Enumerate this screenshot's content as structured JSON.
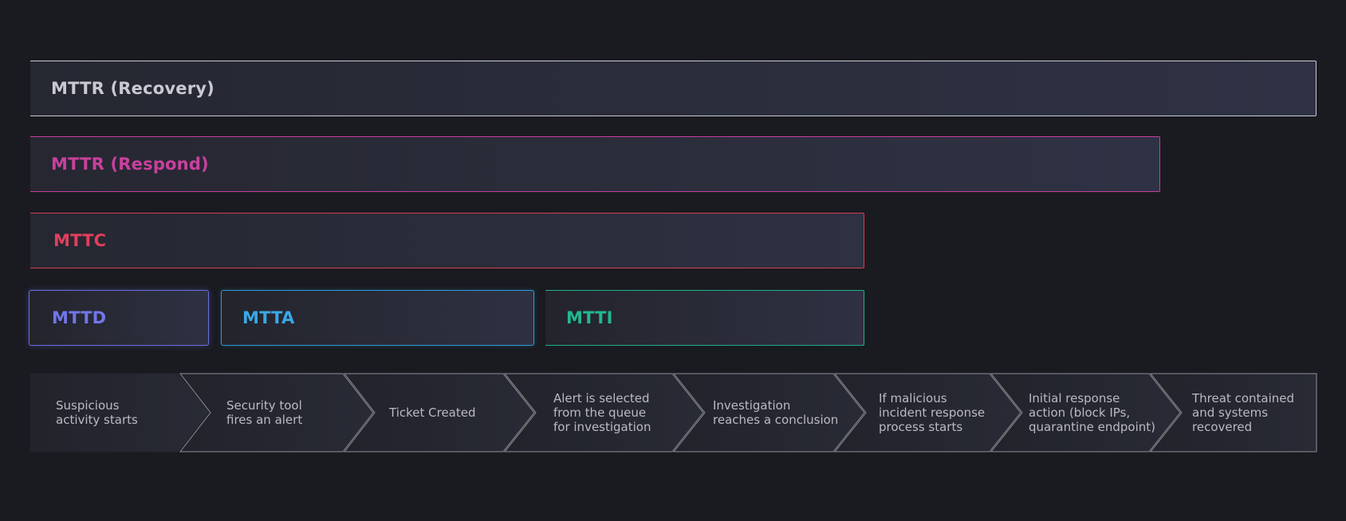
{
  "metrics": {
    "mttr_recovery": {
      "label": "MTTR (Recovery)",
      "color": "#c8c9d2"
    },
    "mttr_respond": {
      "label": "MTTR (Respond)",
      "color": "#c9409e"
    },
    "mttc": {
      "label": "MTTC",
      "color": "#e0405a"
    },
    "mttd": {
      "label": "MTTD",
      "color": "#7276ea"
    },
    "mtta": {
      "label": "MTTA",
      "color": "#3aa8e6"
    },
    "mtti": {
      "label": "MTTI",
      "color": "#22b890"
    }
  },
  "timeline": {
    "steps": [
      {
        "label": "Suspicious\nactivity starts"
      },
      {
        "label": "Security tool\nfires an alert"
      },
      {
        "label": "Ticket Created"
      },
      {
        "label": "Alert is selected\nfrom the queue\nfor investigation"
      },
      {
        "label": "Investigation\nreaches a conclusion"
      },
      {
        "label": "If malicious\nincident response\nprocess starts"
      },
      {
        "label": "Initial response\naction (block IPs,\nquarantine endpoint)"
      },
      {
        "label": "Threat contained\nand systems\nrecovered"
      }
    ]
  }
}
